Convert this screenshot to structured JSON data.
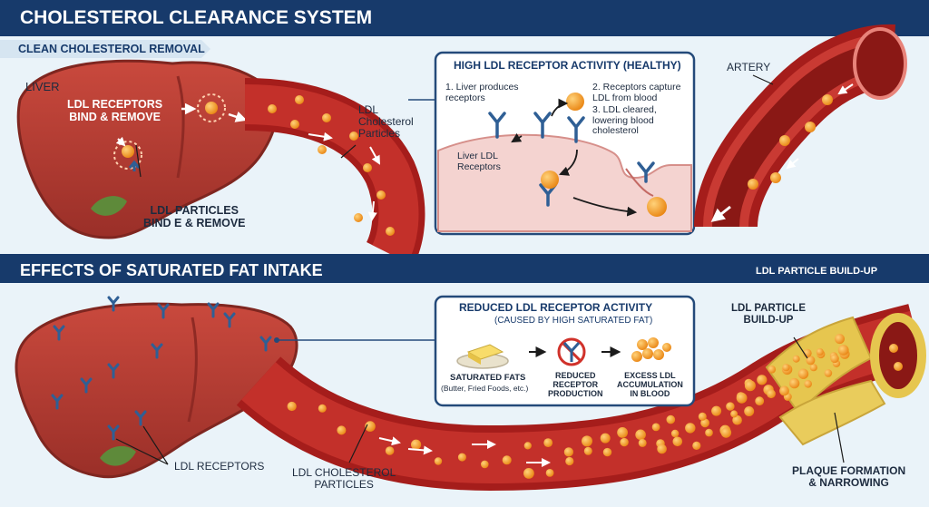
{
  "top": {
    "banner_title": "CHOLESTEROL CLEARANCE SYSTEM",
    "subtab": "CLEAN CHOLESTEROL REMOVAL",
    "liver_label": "LIVER",
    "receptors_bind_label": "LDL RECEPTORS\nBIND & REMOVE",
    "particles_bind_label": "LDL PARTICLES\nBIND E & REMOVE",
    "ldl_particles_label": "LDL\nCholesterol\nParticles",
    "artery_label": "ARTERY",
    "inset": {
      "title": "HIGH LDL RECEPTOR ACTIVITY (HEALTHY)",
      "step1": "1. Liver produces\nreceptors",
      "step2": "2. Receptors capture\nLDL from blood",
      "step3": "3. LDL cleared,\nlowering blood\ncholesterol",
      "liver_receptors": "Liver LDL\nReceptors"
    }
  },
  "bottom": {
    "banner_title": "EFFECTS OF SATURATED FAT INTAKE",
    "banner_right": "LDL PARTICLE BUILD-UP",
    "inset": {
      "title": "REDUCED LDL RECEPTOR ACTIVITY",
      "subtitle": "(CAUSED BY HIGH SATURATED FAT)",
      "item1_title": "SATURATED FATS",
      "item1_sub": "(Butter, Fried Foods, etc.)",
      "item2": "REDUCED\nRECEPTOR\nPRODUCTION",
      "item3": "EXCESS LDL\nACCUMULATION\nIN BLOOD"
    },
    "buildup_label": "LDL PARTICLE\nBUILD-UP",
    "receptors_label": "LDL RECEPTORS",
    "particles_label": "LDL CHOLESTEROL\nPARTICLES",
    "plaque_label": "PLAQUE FORMATION\n& NARROWING"
  },
  "colors": {
    "banner": "#173a6b",
    "liver": "#b03a31",
    "liver_dark": "#7f2620",
    "artery": "#b8211f",
    "artery_inner": "#8f1917",
    "particle": "#f29a24",
    "receptor": "#2f5f95",
    "plaque": "#e6c64f"
  }
}
